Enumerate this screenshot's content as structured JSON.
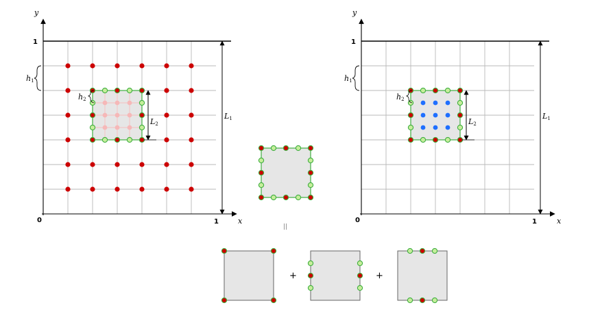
{
  "colors": {
    "grid": "#b8b8b8",
    "patch_fill": "#e6e6e6",
    "patch_stroke": "#666666",
    "green_stroke": "#3fae3f",
    "coarse_node": "#cc0000",
    "fine_node_left": "#f6b8b8",
    "fine_node_right": "#1f6fff",
    "hollow_fill": "#c6ee9c"
  },
  "left_panel": {
    "y_axis": "y",
    "x_axis": "x",
    "tick_one_top": "1",
    "tick_origin": "0",
    "tick_one_right": "1",
    "h1": {
      "base": "h",
      "sub": "1"
    },
    "h2": {
      "base": "h",
      "sub": "2"
    },
    "L1": {
      "base": "L",
      "sub": "1"
    },
    "L2": {
      "base": "L",
      "sub": "2"
    }
  },
  "right_panel": {
    "y_axis": "y",
    "x_axis": "x",
    "tick_one_top": "1",
    "tick_origin": "0",
    "tick_one_right": "1",
    "h1": {
      "base": "h",
      "sub": "1"
    },
    "h2": {
      "base": "h",
      "sub": "2"
    },
    "L1": {
      "base": "L",
      "sub": "1"
    },
    "L2": {
      "base": "L",
      "sub": "2"
    }
  },
  "decomposition": {
    "equals": "||",
    "plus_1": "+",
    "plus_2": "+"
  }
}
